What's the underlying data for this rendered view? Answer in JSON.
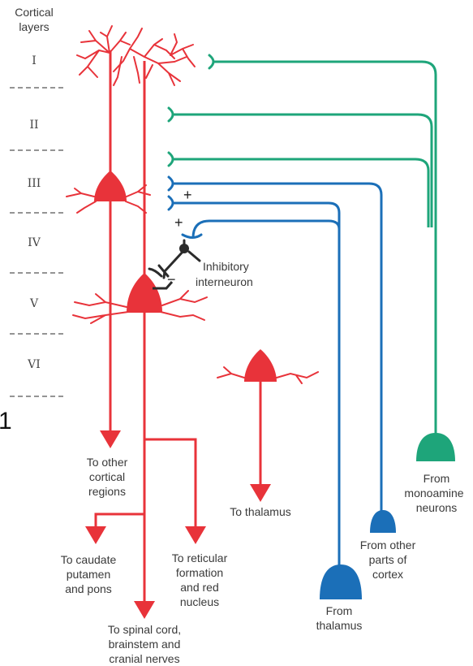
{
  "header": {
    "line1": "Cortical",
    "line2": "layers"
  },
  "layers": [
    "I",
    "II",
    "III",
    "IV",
    "V",
    "VI"
  ],
  "stray_mark": "1",
  "signs": {
    "plus": "+",
    "minus": "−"
  },
  "labels": {
    "inhibitory": [
      "Inhibitory",
      "interneuron"
    ],
    "to_other_cortical": [
      "To other",
      "cortical",
      "regions"
    ],
    "to_thalamus": "To thalamus",
    "to_caudate": [
      "To caudate",
      "putamen",
      "and pons"
    ],
    "to_reticular": [
      "To reticular",
      "formation",
      "and red",
      "nucleus"
    ],
    "to_spinal": [
      "To spinal cord,",
      "brainstem and",
      "cranial nerves"
    ],
    "from_monoamine": [
      "From",
      "monoamine",
      "neurons"
    ],
    "from_other_cortex": [
      "From other",
      "parts of",
      "cortex"
    ],
    "from_thalamus": [
      "From",
      "thalamus"
    ]
  },
  "colors": {
    "red": "#e8333a",
    "green": "#1ea57a",
    "blue": "#1b6fb8",
    "dark": "#2b2b2b"
  }
}
